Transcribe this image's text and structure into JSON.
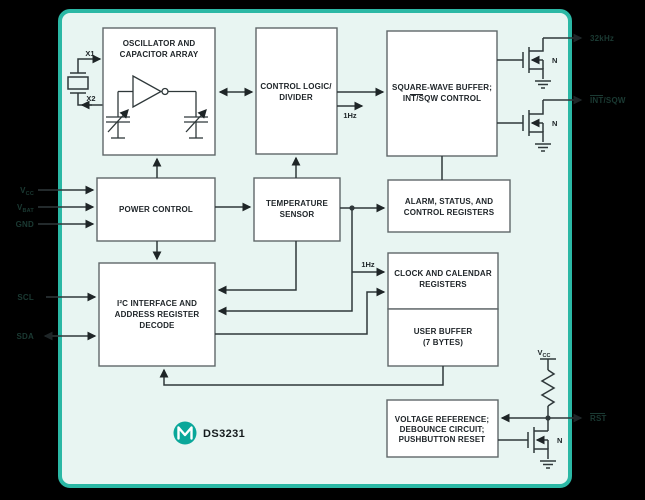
{
  "title": {
    "part": "DS3231"
  },
  "colors": {
    "background": "#000000",
    "chip_fill": "#e8f5f2",
    "chip_border": "#2bb8a5",
    "block_fill": "#ffffff",
    "block_border": "#5f6769",
    "wire": "#2f383a",
    "block_text": "#20262a",
    "pin_text": "#1b3a33",
    "logo_teal": "#0aa79a"
  },
  "blocks": {
    "oscillator": {
      "line1": "OSCILLATOR AND",
      "line2": "CAPACITOR ARRAY"
    },
    "control_logic": {
      "line1": "CONTROL LOGIC/",
      "line2": "DIVIDER"
    },
    "sqw_buffer": {
      "line1": "SQUARE-WAVE BUFFER;",
      "line2": "INT/SQW CONTROL"
    },
    "power_control": {
      "line1": "POWER CONTROL"
    },
    "temp_sensor": {
      "line1": "TEMPERATURE",
      "line2": "SENSOR"
    },
    "alarm_registers": {
      "line1": "ALARM, STATUS, AND",
      "line2": "CONTROL REGISTERS"
    },
    "clock_calendar": {
      "line1": "CLOCK AND CALENDAR",
      "line2": "REGISTERS"
    },
    "user_buffer": {
      "line1": "USER BUFFER",
      "line2": "(7 BYTES)"
    },
    "i2c_interface": {
      "line1": "I²C INTERFACE AND",
      "line2": "ADDRESS REGISTER",
      "line3": "DECODE"
    },
    "voltage_reference": {
      "line1": "VOLTAGE REFERENCE;",
      "line2": "DEBOUNCE CIRCUIT;",
      "line3": "PUSHBUTTON RESET"
    }
  },
  "pins": {
    "x1": "X1",
    "x2": "X2",
    "vcc_main": "V",
    "vcc_sub": "CC",
    "vbat_main": "V",
    "vbat_sub": "BAT",
    "gnd": "GND",
    "scl": "SCL",
    "sda": "SDA",
    "khz32": "32kHz",
    "int_sqw": "INT/SQW",
    "rst": "RST",
    "pullup_vcc_main": "V",
    "pullup_vcc_sub": "CC"
  },
  "signals": {
    "hz1_top": "1Hz",
    "hz1_mid": "1Hz"
  },
  "mosfets": {
    "n1": "N",
    "n2": "N",
    "n3": "N"
  }
}
